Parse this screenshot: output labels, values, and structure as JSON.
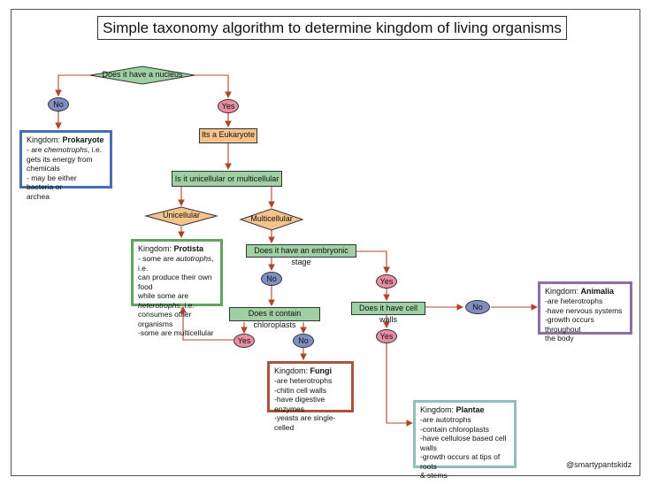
{
  "title": "Simple taxonomy algorithm to determine kingdom of living organisms",
  "watermark": "@smartypantskidz",
  "colors": {
    "green_node": "#9fd0a3",
    "orange_node": "#f6c38d",
    "blue_no": "#7f8fc4",
    "pink_yes": "#e88ea3",
    "arrow": "#b0442a",
    "prokaryote_border": "#4a6fb0",
    "protista_border": "#62a35f",
    "fungi_border": "#a9543c",
    "plantae_border": "#8fbfb8",
    "animalia_border": "#8c6ea8"
  },
  "nodes": {
    "q_nucleus": "Does it have a nucleus",
    "no_1": "No",
    "yes_1": "Yes",
    "eukaryote": "Its a Eukaryote",
    "q_cells": "Is it unicellular or multicellular",
    "unicellular": "Unicellular",
    "multicellular": "Multicellular",
    "q_embryonic": "Does it have an embryonic stage",
    "no_2": "No",
    "yes_2": "Yes",
    "q_chloroplasts": "Does it contain chloroplasts",
    "yes_3": "Yes",
    "no_3": "No",
    "q_cellwalls": "Does it have cell walls",
    "no_4": "No",
    "yes_4": "Yes"
  },
  "kingdoms": {
    "prokaryote": {
      "prefix": "Kingdom: ",
      "name": "Prokaryote",
      "l1a": "- are ",
      "l1b": "chemotrophs",
      "l1c": ", i.e.",
      "l2": "gets its energy from",
      "l3": "chemicals",
      "l4": "- may be either bacteria or",
      "l5": "archea"
    },
    "protista": {
      "prefix": "Kingdom: ",
      "name": "Protista",
      "l1a": "- some are ",
      "l1b": "autotrophs",
      "l1c": ", i.e.",
      "l2": "can produce their own food",
      "l3": "while some are",
      "l4a": "heterotrophs",
      "l4b": ", i.e.",
      "l5": "consumes other organisms",
      "l6": "-some are multicellular"
    },
    "fungi": {
      "prefix": "Kingdom: ",
      "name": "Fungi",
      "lines": [
        "-are heterotrophs",
        "-chitin cell walls",
        "-have digestive enzymes",
        "-yeasts are single-celled"
      ]
    },
    "plantae": {
      "prefix": "Kingdom: ",
      "name": "Plantae",
      "lines": [
        "-are autotrophs",
        "-contain chloroplasts",
        "-have cellulose based cell",
        "walls",
        "-growth occurs at tips of roots",
        "& stems"
      ]
    },
    "animalia": {
      "prefix": "Kingdom: ",
      "name": "Animalia",
      "lines": [
        "-are heterotrophs",
        "-have nervous systems",
        "-growth occurs throughout",
        "the body"
      ]
    }
  }
}
